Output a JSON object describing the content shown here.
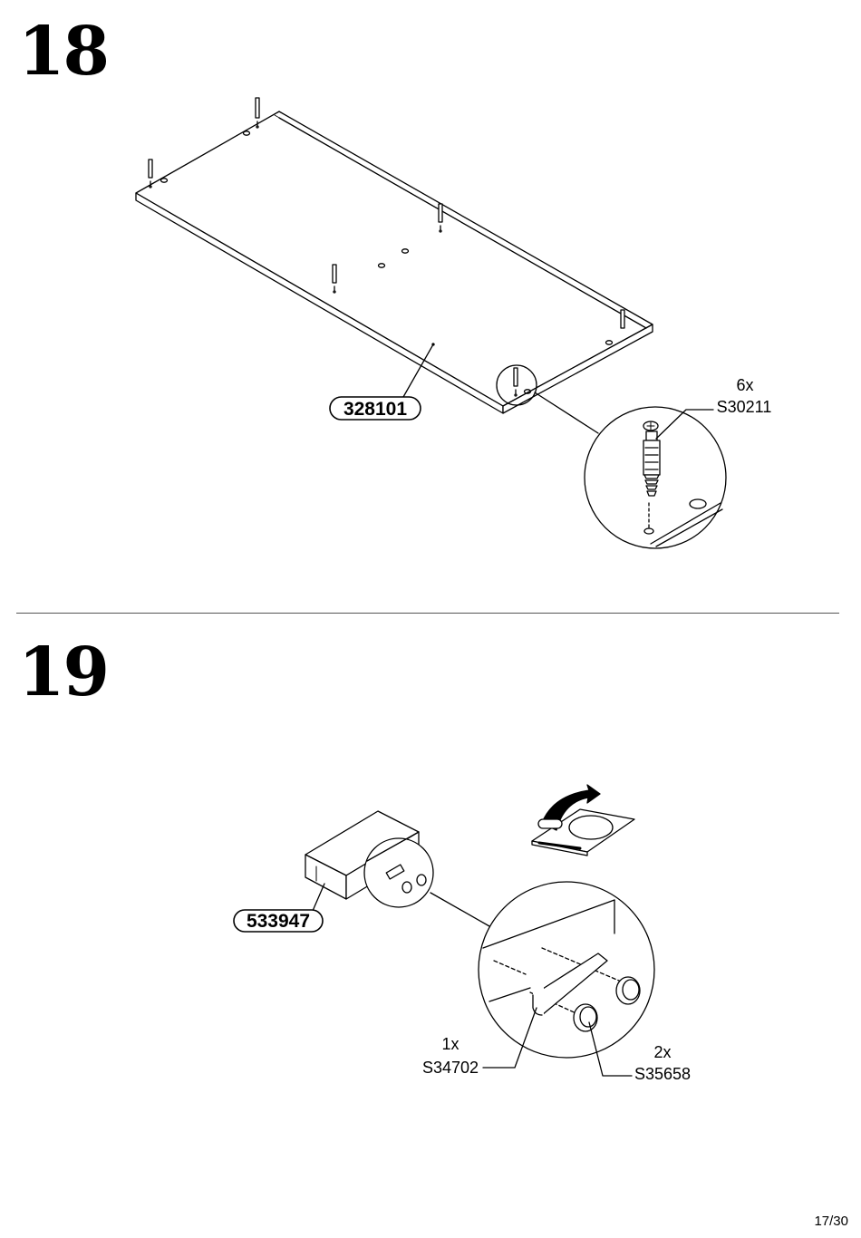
{
  "steps": [
    {
      "number": "18",
      "board_part": "328101",
      "fitting": {
        "qty": "6x",
        "code": "S30211"
      }
    },
    {
      "number": "19",
      "board_part": "533947",
      "fitting_a": {
        "qty": "1x",
        "code": "S34702"
      },
      "fitting_b": {
        "qty": "2x",
        "code": "S35658"
      }
    }
  ],
  "page": "17/30"
}
